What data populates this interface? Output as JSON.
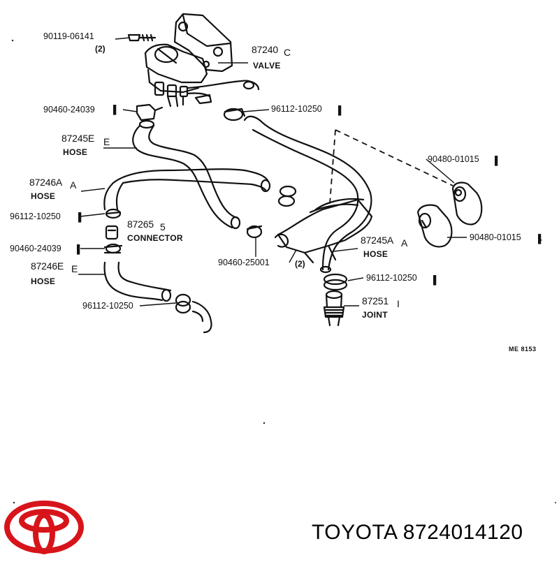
{
  "diagram": {
    "labels": {
      "bolt_pn": "90119-06141",
      "bolt_qty": "(2)",
      "valve_pn": "87240",
      "valve_mark": "C",
      "valve_name": "VALVE",
      "clip_tl_pn": "90460-24039",
      "clamp_top_pn": "96112-10250",
      "hose_e_top_pn": "87245E",
      "hose_e_top_mark": "E",
      "hose_e_top_name": "HOSE",
      "hose_a1_pn": "87246A",
      "hose_a1_mark": "A",
      "hose_a1_name": "HOSE",
      "clamp_l1_pn": "96112-10250",
      "connector_pn": "87265",
      "connector_mark": "5",
      "connector_name": "CONNECTOR",
      "clip_l2_pn": "90460-24039",
      "hose_e2_pn": "87246E",
      "hose_e2_mark": "E",
      "hose_e2_name": "HOSE",
      "clamp_bl_pn": "96112-10250",
      "clip_mid_pn": "90460-25001",
      "mid_qty": "(2)",
      "grom1_pn": "90480-01015",
      "grom2_pn": "90480-01015",
      "hose_a2_pn": "87245A",
      "hose_a2_mark": "A",
      "hose_a2_name": "HOSE",
      "clamp_br_pn": "96112-10250",
      "joint_pn": "87251",
      "joint_mark": "I",
      "joint_name": "JOINT",
      "ref_code": "ME 8153"
    },
    "caption": "TOYOTA 8724014120",
    "logo_color": "#d7141a"
  }
}
